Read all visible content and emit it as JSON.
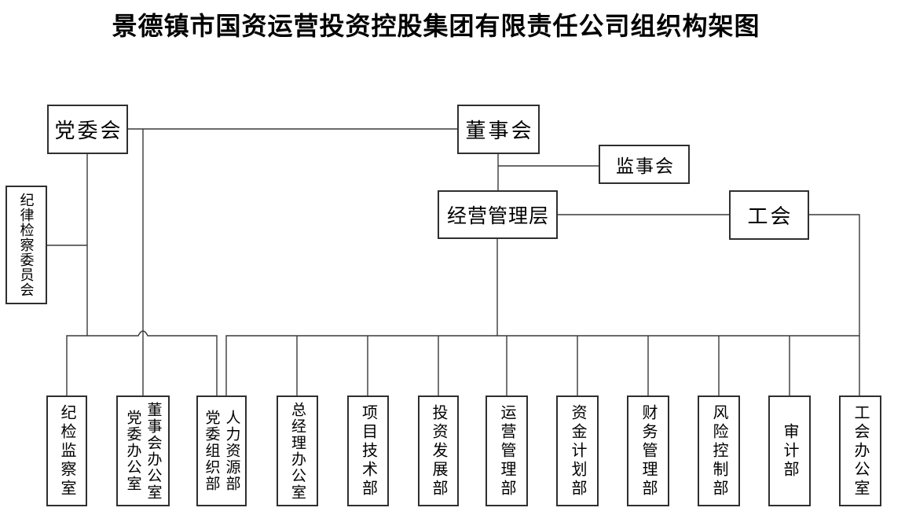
{
  "title": "景德镇市国资运营投资控股集团有限责任公司组织构架图",
  "top_nodes": {
    "party_committee": "党委会",
    "board_of_directors": "董事会",
    "supervisory_board": "监事会",
    "management_team": "经营管理层",
    "labor_union": "工会",
    "discipline_inspection_committee": "纪律检察委员会"
  },
  "departments": [
    {
      "columns": [
        "纪检监察室"
      ]
    },
    {
      "columns": [
        "董事会办公室",
        "党委办公室"
      ]
    },
    {
      "columns": [
        "人力资源部",
        "党委组织部"
      ]
    },
    {
      "columns": [
        "总经理办公室"
      ]
    },
    {
      "columns": [
        "项目技术部"
      ]
    },
    {
      "columns": [
        "投资发展部"
      ]
    },
    {
      "columns": [
        "运营管理部"
      ]
    },
    {
      "columns": [
        "资金计划部"
      ]
    },
    {
      "columns": [
        "财务管理部"
      ]
    },
    {
      "columns": [
        "风险控制部"
      ]
    },
    {
      "columns": [
        "审计部"
      ]
    },
    {
      "columns": [
        "工会办公室"
      ]
    }
  ],
  "colors": {
    "background": "#ffffff",
    "box_border": "#2f2f2f",
    "connector_line": "#3a3a3a",
    "text": "#000000"
  }
}
